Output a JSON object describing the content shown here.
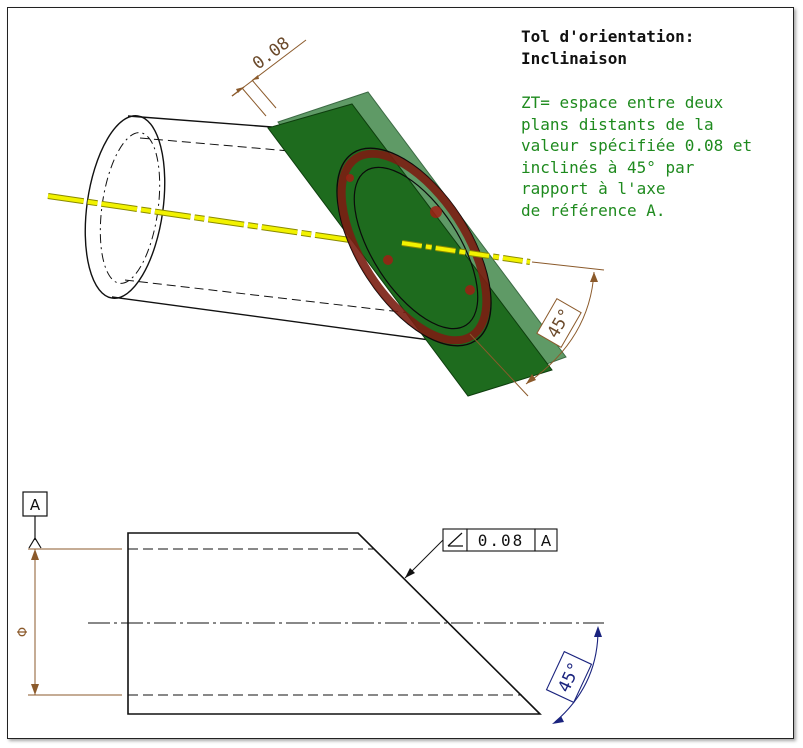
{
  "caption": {
    "title_line1": "Tol d'orientation:",
    "title_line2": "Inclinaison",
    "body_lines": [
      "ZT= espace entre deux",
      "plans distants de la",
      "valeur spécifiée 0.08 et",
      "inclinés à 45° par",
      "rapport à l'axe",
      "de référence A."
    ]
  },
  "iso_view": {
    "tolerance_dim": "0.08",
    "angle_dim": "45°"
  },
  "drawing": {
    "datum_letter": "A",
    "diameter_symbol": "Φ",
    "fcf_value": "0.08",
    "fcf_datum": "A",
    "angle_dim": "45°"
  },
  "colors": {
    "plane_dark": "#1e6b1e",
    "plane_light": "#5f9a66",
    "axis_yellow": "#e6e600",
    "dimension_brown": "#8b5a2b",
    "dimension_blue": "#1a237e",
    "section_red": "#8a1e14"
  }
}
